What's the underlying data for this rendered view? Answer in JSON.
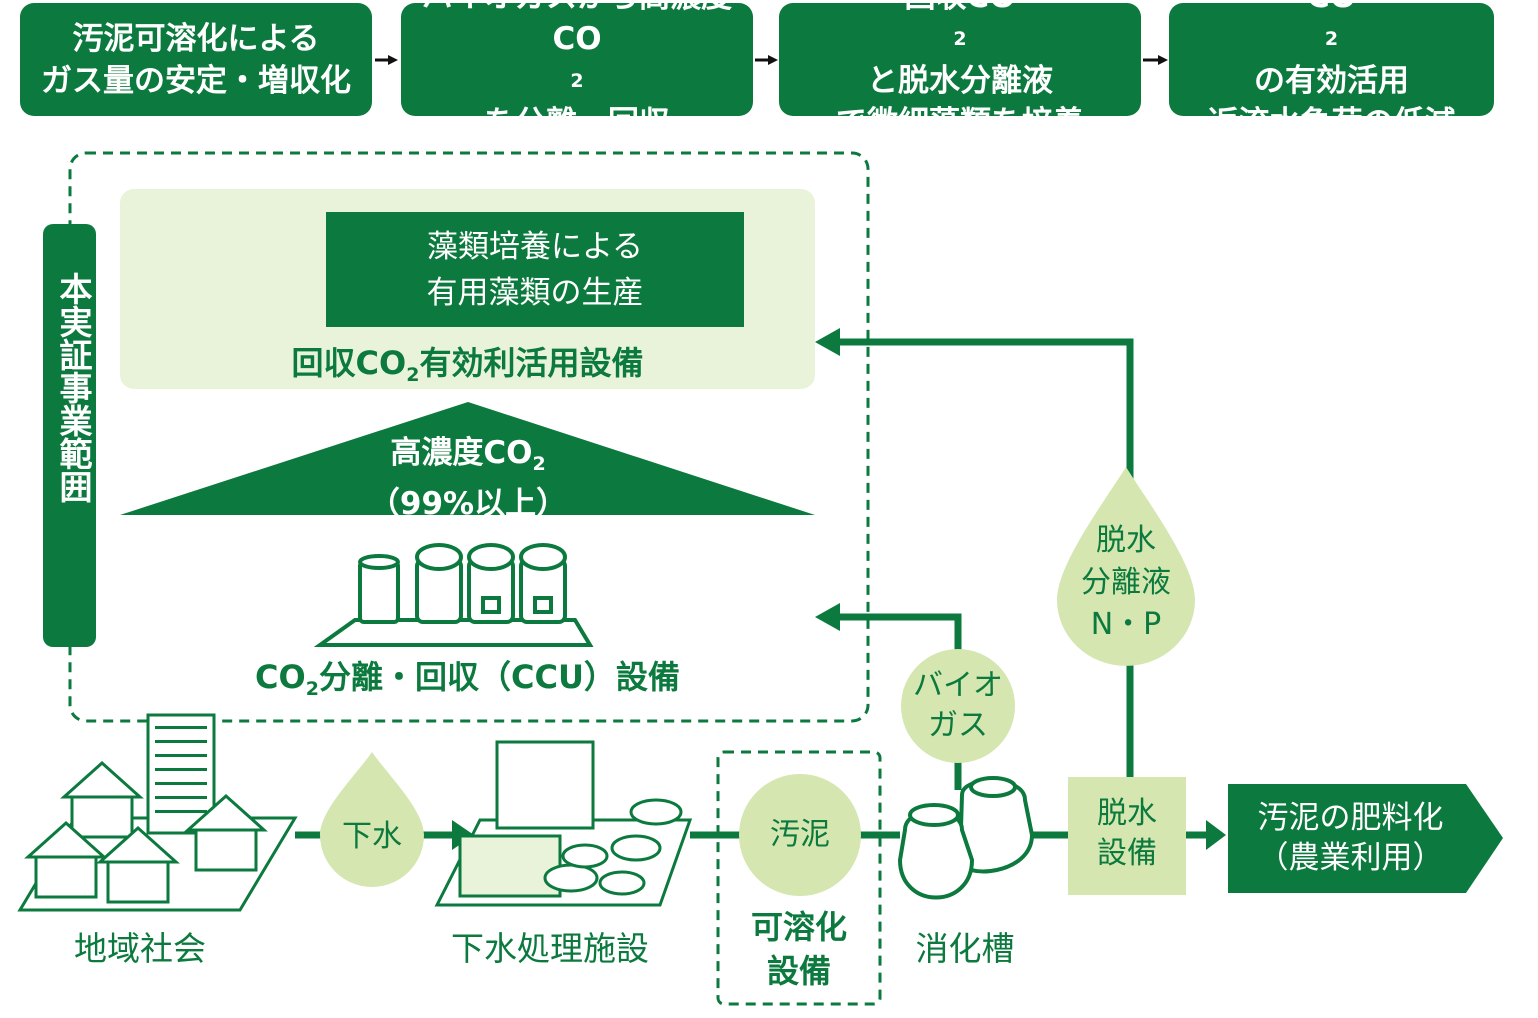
{
  "steps": [
    {
      "line1": "汚泥可溶化による",
      "line2": "ガス量の安定・増収化"
    },
    {
      "line1": "バイオガスから高濃度",
      "line2_pre": "CO",
      "line2_sub": "2",
      "line2_post": "を分離・回収"
    },
    {
      "line1_pre": "回収CO",
      "line1_sub": "2",
      "line1_post": "と脱水分離液",
      "line2": "で微細藻類を培養"
    },
    {
      "line1_pre": "CO",
      "line1_sub": "2",
      "line1_post": "の有効活用",
      "line2": "返流水負荷の低減"
    }
  ],
  "scope_label": "本実証事業範囲",
  "algae_banner": {
    "line1": "藻類培養による",
    "line2": "有用藻類の生産"
  },
  "ccu_use_facility": {
    "pre": "回収CO",
    "sub": "2",
    "post": "有効利活用設備"
  },
  "high_conc": {
    "pre": "高濃度CO",
    "sub": "2",
    "line2": "（99%以上）"
  },
  "ccu_facility": {
    "pre": "CO",
    "sub": "2",
    "post": "分離・回収（CCU）設備"
  },
  "biogas": {
    "line1": "バイオ",
    "line2": "ガス"
  },
  "filtrate_drop": {
    "line1": "脱水",
    "line2": "分離液",
    "line3": "N・P"
  },
  "sewage_drop": "下水",
  "sludge_circle": "汚泥",
  "solubilization": {
    "line1": "可溶化",
    "line2": "設備"
  },
  "dewatering": {
    "line1": "脱水",
    "line2": "設備"
  },
  "fertilizer": {
    "line1": "汚泥の肥料化",
    "line2": "（農業利用）"
  },
  "labels": {
    "community": "地域社会",
    "plant": "下水処理施設",
    "digester": "消化槽"
  },
  "colors": {
    "green": "#0c7a3e",
    "light": "#e9f3da",
    "drop": "#d5e6b0"
  }
}
